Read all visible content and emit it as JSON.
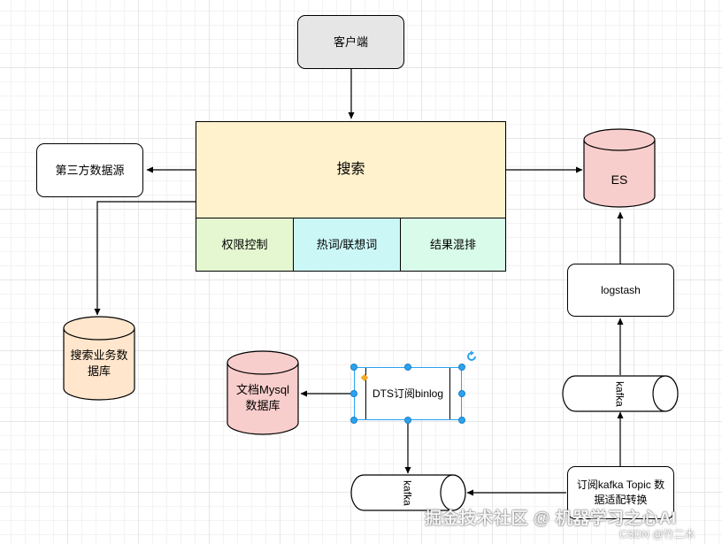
{
  "nodes": {
    "client": "客户端",
    "search": "搜索",
    "third_party": "第三方数据源",
    "es": "ES",
    "permission": "权限控制",
    "hot_words": "热词/联想词",
    "result_mix": "结果混排",
    "biz_db": "搜索业务数据库",
    "logstash": "logstash",
    "doc_mysql": "文档Mysql数据库",
    "dts": "DTS订阅binlog",
    "kafka_top": "kafka",
    "kafka_bottom": "kafka",
    "subscribe": "订阅kafka Topic 数据适配转换"
  },
  "colors": {
    "client_fill": "#e6e6e6",
    "search_fill": "#fff2cc",
    "permission_fill": "#e4f7d1",
    "hot_words_fill": "#ccf7f7",
    "result_mix_fill": "#d9fbe9",
    "es_fill": "#f8cecc",
    "biz_db_fill": "#ffe6cc",
    "doc_mysql_fill": "#f8cecc",
    "selection": "#29a3f2"
  },
  "watermark": {
    "main": "掘金技术社区 @ 机器学习之心AI",
    "sub": "CSDN @竹二木"
  }
}
